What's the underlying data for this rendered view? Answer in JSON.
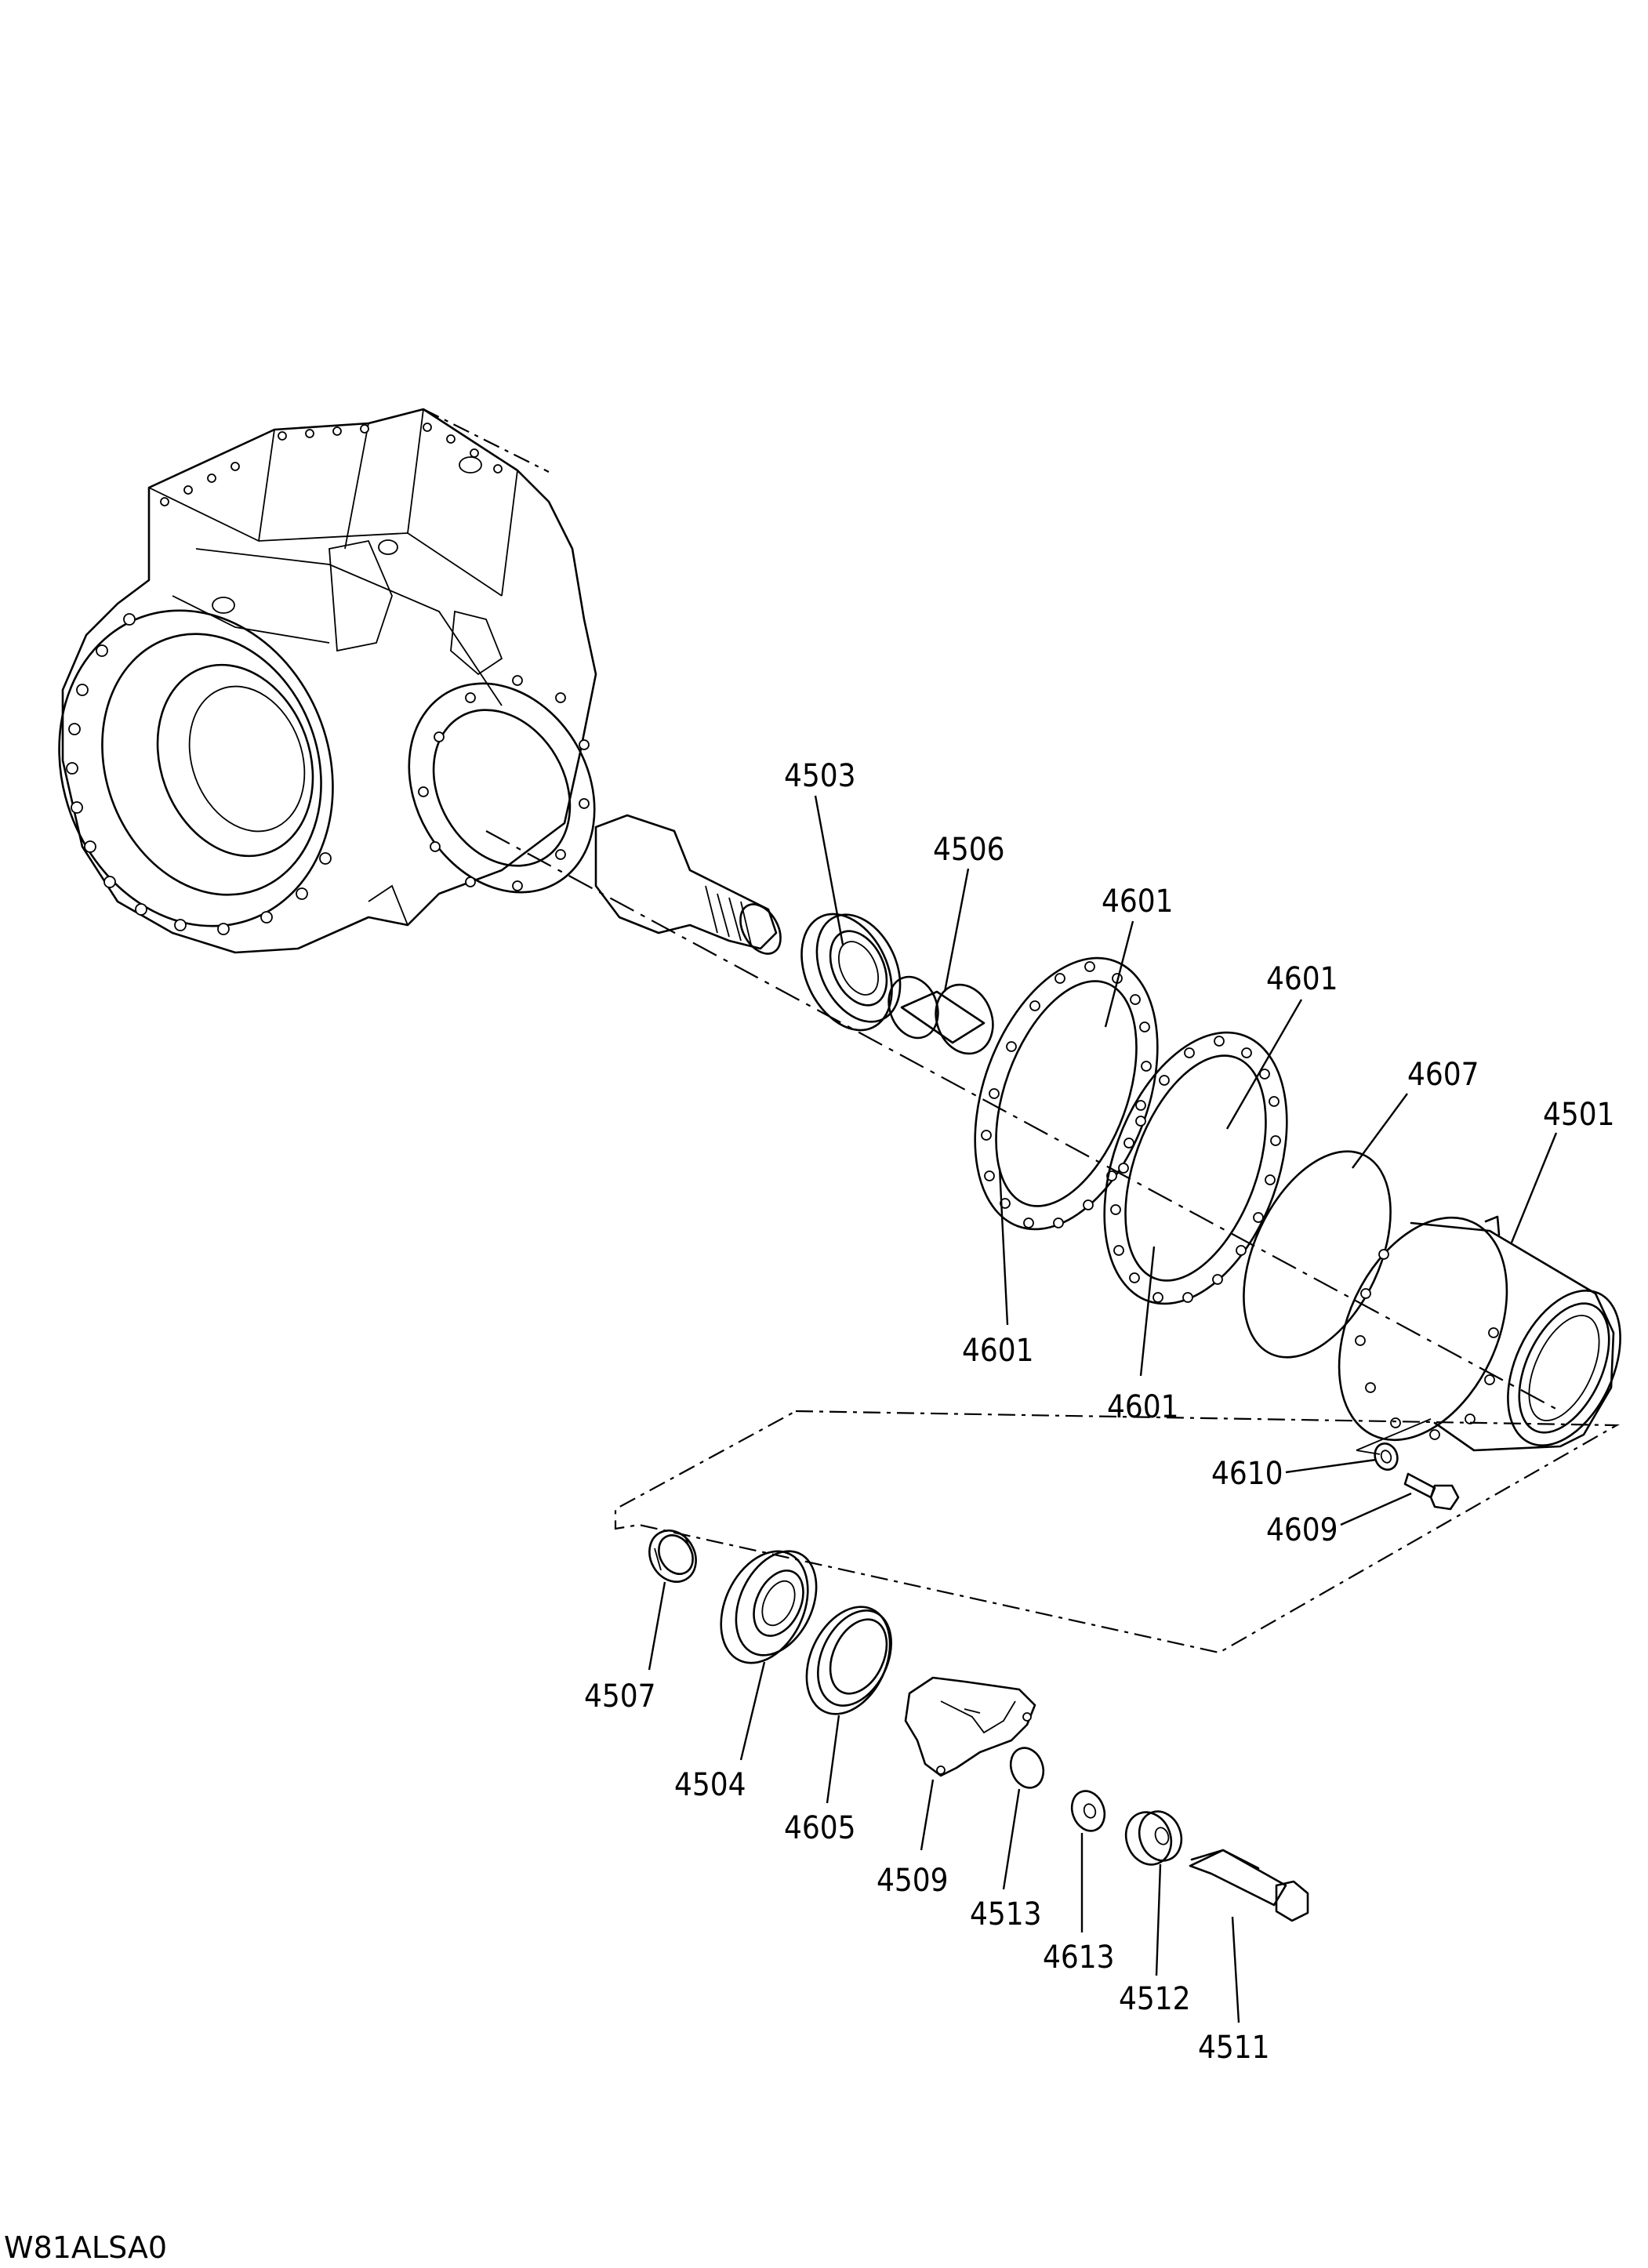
{
  "drawing_code": "W81ALSA0",
  "callouts": {
    "c4503": "4503",
    "c4506": "4506",
    "c4601a": "4601",
    "c4601b": "4601",
    "c4607": "4607",
    "c4501": "4501",
    "c4601c": "4601",
    "c4601d": "4601",
    "c4610": "4610",
    "c4609": "4609",
    "c4507": "4507",
    "c4504": "4504",
    "c4605": "4605",
    "c4509": "4509",
    "c4513": "4513",
    "c4613": "4613",
    "c4512": "4512",
    "c4511": "4511"
  }
}
